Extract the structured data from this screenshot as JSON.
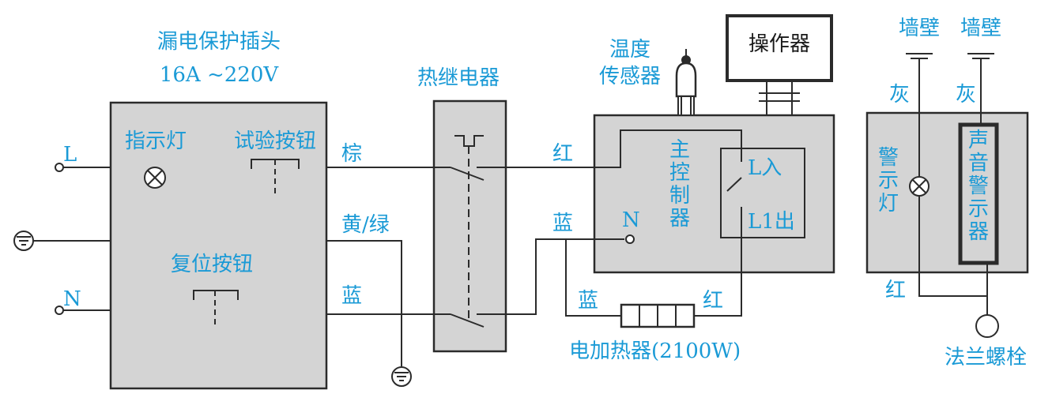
{
  "colors": {
    "line": "#2b2b2b",
    "box_fill": "#d4d4d4",
    "label": "#1a9ad6"
  },
  "rcd": {
    "title": "漏电保护插头",
    "rating": "16A ~220V",
    "indicator_label": "指示灯",
    "test_button_label": "试验按钮",
    "reset_button_label": "复位按钮"
  },
  "terminals": {
    "l": "L",
    "n": "N"
  },
  "wires": {
    "brown": "棕",
    "yellow_green": "黄/绿",
    "blue_left": "蓝",
    "red_top": "红",
    "blue_mid": "蓝",
    "blue_heater": "蓝",
    "red_heater": "红",
    "grey_1": "灰",
    "grey_2": "灰",
    "red_right": "红"
  },
  "thermal_relay": {
    "title": "热继电器"
  },
  "sensor": {
    "title_line1": "温度",
    "title_line2": "传感器"
  },
  "operator": {
    "title": "操作器"
  },
  "controller": {
    "title": "主控制器",
    "n_terminal": "N",
    "l_in": "L入",
    "l1_out": "L1出"
  },
  "heater": {
    "title": "电加热器(2100W)"
  },
  "alarm_unit": {
    "wall_1": "墙壁",
    "wall_2": "墙壁",
    "warning_lamp": "警示灯",
    "sound_alarm": "声音警示器",
    "flange_bolt": "法兰螺栓"
  }
}
